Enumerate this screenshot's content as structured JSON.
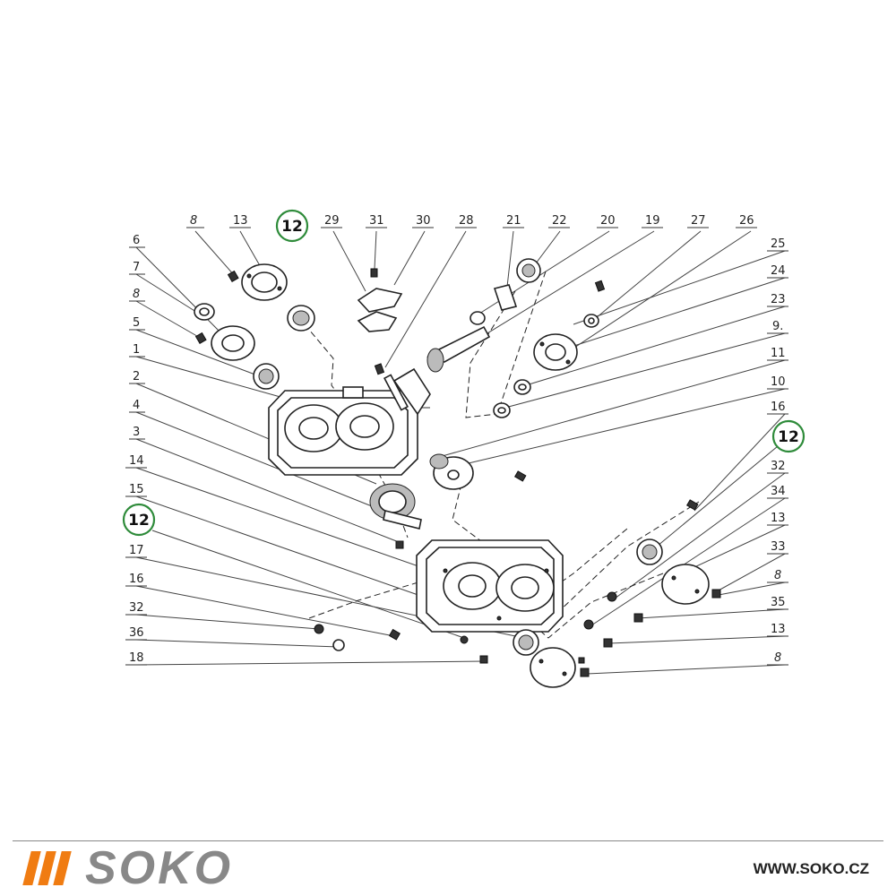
{
  "diagram": {
    "labels": {
      "l_8a": "8",
      "l_13a": "13",
      "l_12a": "12",
      "l_29": "29",
      "l_31": "31",
      "l_30": "30",
      "l_28": "28",
      "l_21": "21",
      "l_22": "22",
      "l_20": "20",
      "l_19": "19",
      "l_27": "27",
      "l_26": "26",
      "l_6": "6",
      "l_7": "7",
      "l_8b": "8",
      "l_5": "5",
      "l_1": "1",
      "l_2": "2",
      "l_4": "4",
      "l_3": "3",
      "l_14": "14",
      "l_15": "15",
      "l_12b": "12",
      "l_17": "17",
      "l_16a": "16",
      "l_32a": "32",
      "l_36": "36",
      "l_18": "18",
      "l_25": "25",
      "l_24": "24",
      "l_23": "23",
      "l_9": "9.",
      "l_11": "11",
      "l_10": "10",
      "l_16b": "16",
      "l_12c": "12",
      "l_32b": "32",
      "l_34": "34",
      "l_13b": "13",
      "l_33": "33",
      "l_8c": "8",
      "l_35": "35",
      "l_13c": "13",
      "l_8d": "8"
    },
    "highlight_color": "#2e8b3a"
  },
  "footer": {
    "brand": "SOKO",
    "url": "WWW.SOKO.CZ",
    "brand_color": "#888888",
    "accent_color": "#f07c12"
  }
}
